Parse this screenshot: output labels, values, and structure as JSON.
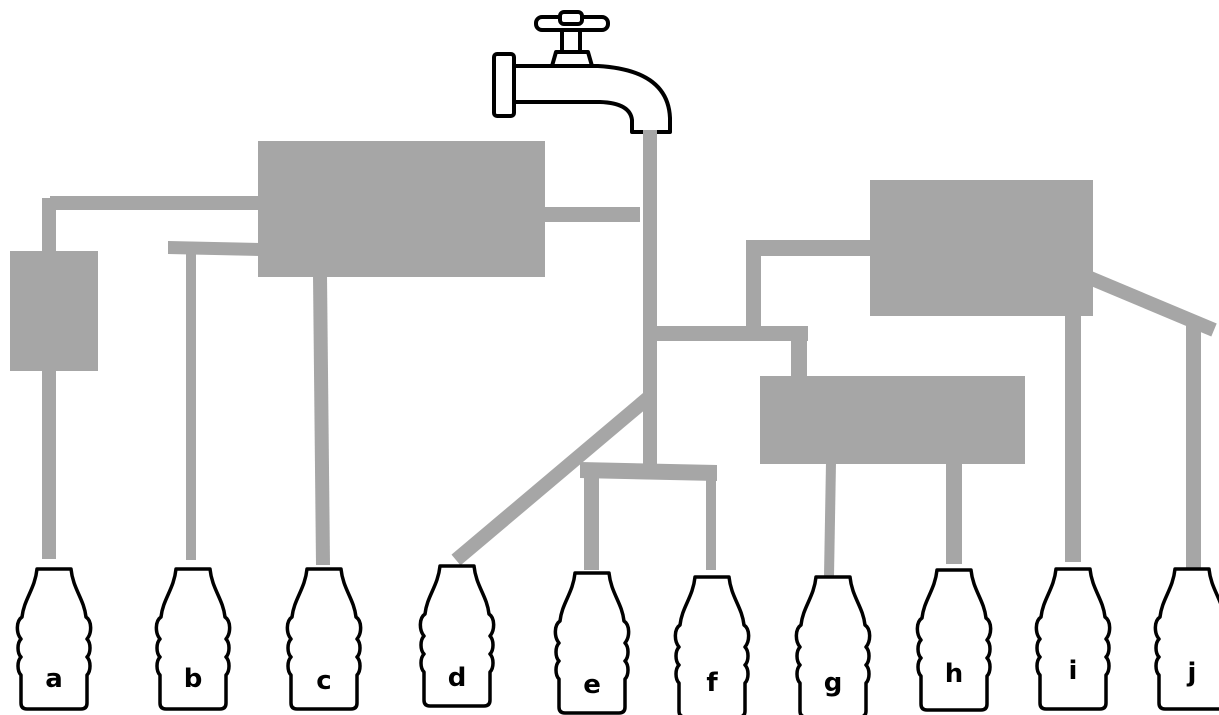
{
  "colors": {
    "pipe": "#a6a6a6",
    "outline": "#000000",
    "background": "#ffffff"
  },
  "icons": {
    "faucet": "faucet-icon",
    "bottle": "bottle-icon"
  },
  "bottles": [
    {
      "label": "a"
    },
    {
      "label": "b"
    },
    {
      "label": "c"
    },
    {
      "label": "d"
    },
    {
      "label": "e"
    },
    {
      "label": "f"
    },
    {
      "label": "g"
    },
    {
      "label": "h"
    },
    {
      "label": "i"
    },
    {
      "label": "j"
    }
  ]
}
